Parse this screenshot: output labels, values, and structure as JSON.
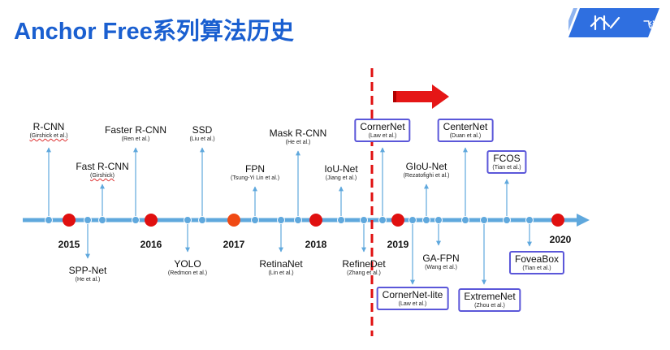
{
  "title": "Anchor Free系列算法历史",
  "logo": {
    "name": "paddle-logo-icon",
    "text": "飞桨"
  },
  "colors": {
    "title": "#1a5fd0",
    "axis": "#5fa8dd",
    "red": "#e01010",
    "box": "#5b57d9"
  },
  "years": [
    "2015",
    "2016",
    "2017",
    "2018",
    "2019",
    "2020"
  ],
  "algorithms": [
    {
      "id": "rcnn",
      "name": "R-CNN",
      "author": "(Girshick et al.)",
      "underline": true
    },
    {
      "id": "fastrcnn",
      "name": "Fast R-CNN",
      "author": "(Girshick)",
      "underline": true
    },
    {
      "id": "sppnet",
      "name": "SPP-Net",
      "author": "(He et al.)",
      "underline": false
    },
    {
      "id": "fasterrcnn",
      "name": "Faster R-CNN",
      "author": "(Ren et al.)",
      "underline": false
    },
    {
      "id": "yolo",
      "name": "YOLO",
      "author": "(Redmon et al.)",
      "underline": false
    },
    {
      "id": "ssd",
      "name": "SSD",
      "author": "(Liu et al.)",
      "underline": false
    },
    {
      "id": "fpn",
      "name": "FPN",
      "author": "(Tsung-Yi Lin et al.)",
      "underline": false
    },
    {
      "id": "retinanet",
      "name": "RetinaNet",
      "author": "(Lin et al.)",
      "underline": false
    },
    {
      "id": "maskrcnn",
      "name": "Mask R-CNN",
      "author": "(He et al.)",
      "underline": false
    },
    {
      "id": "iounet",
      "name": "IoU-Net",
      "author": "(Jiang et al.)",
      "underline": false
    },
    {
      "id": "refinedet",
      "name": "RefineDet",
      "author": "(Zhang et al.)",
      "underline": false
    },
    {
      "id": "cornernet",
      "name": "CornerNet",
      "author": "(Law et al.)",
      "underline": false
    },
    {
      "id": "cornernetlite",
      "name": "CornerNet-lite",
      "author": "(Law et al.)",
      "underline": false
    },
    {
      "id": "giounet",
      "name": "GIoU-Net",
      "author": "(Rezatofighi et al.)",
      "underline": false
    },
    {
      "id": "gafpn",
      "name": "GA-FPN",
      "author": "(Wang et al.)",
      "underline": false
    },
    {
      "id": "centernet",
      "name": "CenterNet",
      "author": "(Duan et al.)",
      "underline": false
    },
    {
      "id": "extremenet",
      "name": "ExtremeNet",
      "author": "(Zhou et al.)",
      "underline": false
    },
    {
      "id": "fcos",
      "name": "FCOS",
      "author": "(Tian et al.)",
      "underline": false
    },
    {
      "id": "foveabox",
      "name": "FoveaBox",
      "author": "(Tian et al.)",
      "underline": false
    }
  ]
}
